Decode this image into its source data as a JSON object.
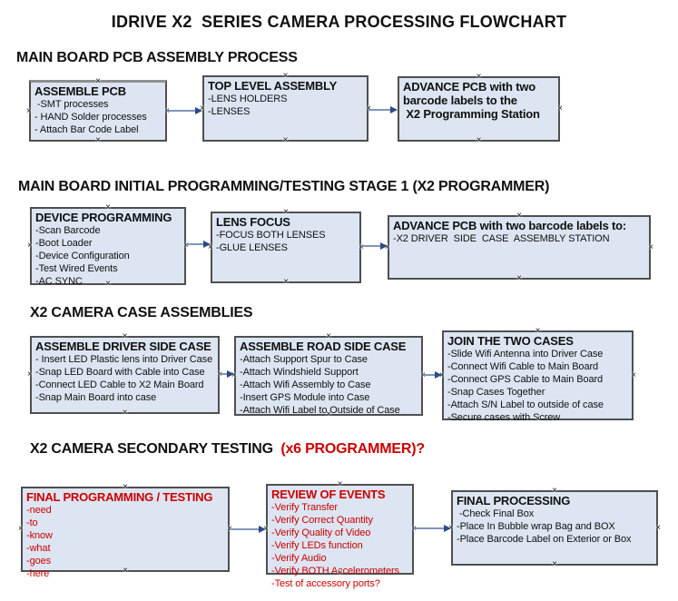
{
  "page": {
    "title": "IDRIVE X2  SERIES CAMERA PROCESSING FLOWCHART"
  },
  "icons": {
    "anchor": "×"
  },
  "colors": {
    "box_fill": "#dce5f1",
    "box_border": "#4f4f4f",
    "connector_line": "#7e96b8",
    "arrowhead": "#2c4a88",
    "red_text": "#cc0000",
    "background": "#ffffff"
  },
  "sections": [
    {
      "header": "MAIN BOARD PCB ASSEMBLY PROCESS",
      "boxes": [
        {
          "title": "ASSEMBLE PCB",
          "items": [
            " -SMT processes",
            "- HAND Solder processes",
            "- Attach Bar Code Label"
          ]
        },
        {
          "title": "TOP LEVEL ASSEMBLY",
          "items": [
            "-LENS HOLDERS",
            "-LENSES"
          ]
        },
        {
          "title": "ADVANCE PCB with two\nbarcode labels to the\n X2 Programming Station",
          "items": []
        }
      ]
    },
    {
      "header": "MAIN BOARD INITIAL PROGRAMMING/TESTING STAGE 1 (X2 PROGRAMMER)",
      "boxes": [
        {
          "title": "DEVICE PROGRAMMING",
          "items": [
            "-Scan Barcode",
            "-Boot Loader",
            "-Device Configuration",
            "-Test Wired Events",
            "-AC SYNC"
          ]
        },
        {
          "title": "LENS FOCUS",
          "items": [
            "-FOCUS BOTH LENSES",
            "-GLUE LENSES"
          ]
        },
        {
          "title": "ADVANCE PCB with two barcode labels to:",
          "items": [
            "-X2 DRIVER  SIDE  CASE  ASSEMBLY STATION"
          ]
        }
      ]
    },
    {
      "header": "X2 CAMERA CASE ASSEMBLIES",
      "boxes": [
        {
          "title": "ASSEMBLE DRIVER SIDE CASE",
          "items": [
            "- Insert LED Plastic lens into Driver Case",
            "-Snap LED Board with Cable into Case",
            "-Connect LED Cable to X2 Main Board",
            "-Snap Main Board into case"
          ]
        },
        {
          "title": "ASSEMBLE ROAD SIDE CASE",
          "items": [
            "-Attach Support Spur to Case",
            "-Attach Windshield Support",
            "-Attach Wifi Assembly to Case",
            "-Insert GPS Module into Case",
            "-Attach Wifi Label to Outside of Case"
          ]
        },
        {
          "title": "JOIN THE TWO CASES",
          "items": [
            "-Slide Wifi Antenna into Driver Case",
            "-Connect Wifi Cable to Main Board",
            "-Connect GPS Cable to Main Board",
            "-Snap Cases Together",
            "-Attach S/N Label to outside of case",
            "-Secure cases with Screw"
          ]
        }
      ]
    },
    {
      "header": "X2 CAMERA SECONDARY TESTING",
      "header_suffix": "  (x6 PROGRAMMER)?",
      "boxes": [
        {
          "title": "FINAL PROGRAMMING / TESTING",
          "items": [
            "-need",
            "-to",
            "-know",
            "-what",
            "-goes",
            "-here"
          ]
        },
        {
          "title": "REVIEW OF EVENTS",
          "items": [
            "-Verify Transfer",
            "-Verify Correct Quantity",
            "-Verify Quality of Video",
            "-Verify LEDs function",
            "-Verify Audio",
            "-Verify BOTH Accelerometers",
            "-Test of accessory ports?"
          ]
        },
        {
          "title": "FINAL PROCESSING",
          "items": [
            " -Check Final Box",
            "-Place In Bubble wrap Bag and BOX",
            "-Place Barcode Label on Exterior or Box"
          ]
        }
      ]
    }
  ]
}
